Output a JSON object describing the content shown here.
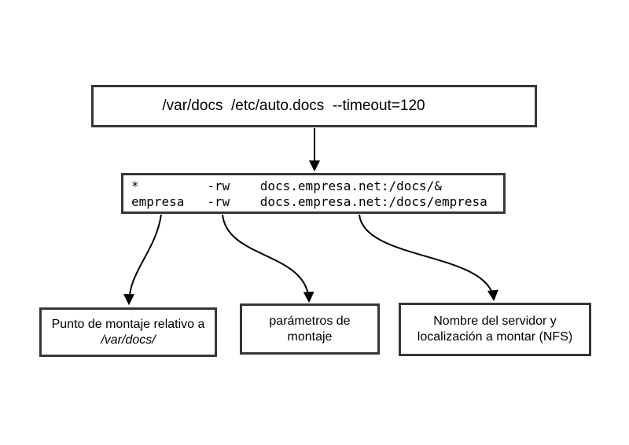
{
  "master_entry": {
    "text": "/var/docs  /etc/auto.docs  --timeout=120"
  },
  "map_file": {
    "lines": [
      "*         -rw    docs.empresa.net:/docs/&",
      "empresa   -rw    docs.empresa.net:/docs/empresa"
    ]
  },
  "labels": {
    "mount_point": {
      "line1": "Punto de montaje relativo a",
      "line2": "/var/docs/"
    },
    "mount_params": {
      "line1": "parámetros de",
      "line2": "montaje"
    },
    "server": {
      "line1": "Nombre del servidor y",
      "line2": "localización a montar (NFS)"
    }
  },
  "colors": {
    "border": "#363636",
    "line": "#000000",
    "text": "#000000",
    "background": "#ffffff"
  }
}
